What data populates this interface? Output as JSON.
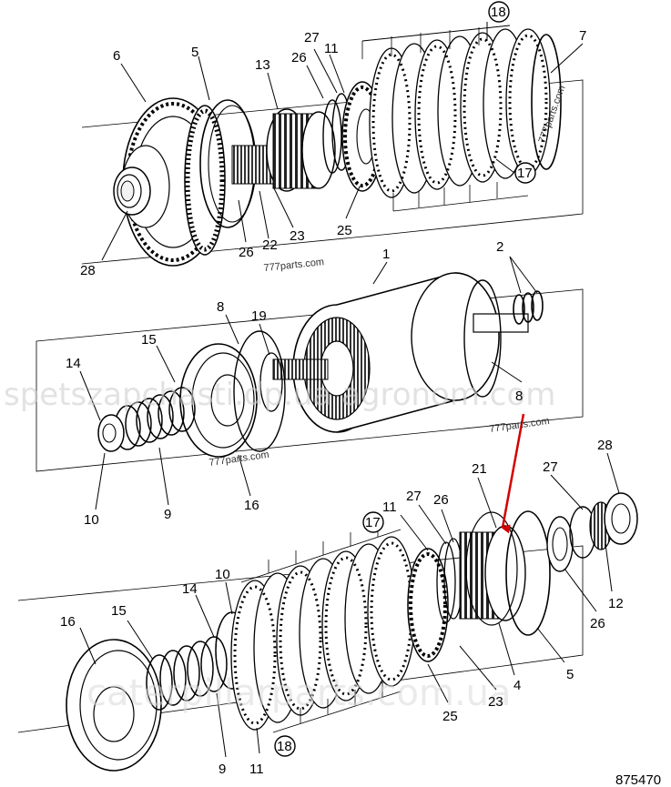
{
  "diagram": {
    "reference_number": "875470",
    "watermark_main": "spetszapchasti.dp.ua   agronom.com",
    "watermark_footer": "caterpillarparts.com.ua",
    "site_marks": [
      "777parts.com",
      "777parts.com",
      "777parts.com",
      "777parts.com"
    ],
    "accent_color": "#d40000",
    "labels": {
      "top": [
        "6",
        "5",
        "13",
        "27",
        "11",
        "26",
        "18",
        "7",
        "28",
        "26",
        "22",
        "23",
        "25",
        "17"
      ],
      "middle": [
        "1",
        "2",
        "8",
        "19",
        "15",
        "14",
        "10",
        "9",
        "16",
        "8"
      ],
      "bottom": [
        "21",
        "27",
        "28",
        "11",
        "27",
        "26",
        "17",
        "10",
        "14",
        "15",
        "16",
        "12",
        "26",
        "5",
        "4",
        "23",
        "25",
        "9",
        "11",
        "18"
      ]
    }
  }
}
